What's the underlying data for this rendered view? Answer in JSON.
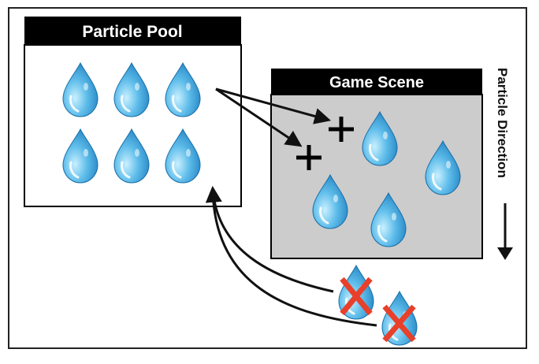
{
  "pool": {
    "title": "Particle Pool"
  },
  "scene": {
    "title": "Game Scene"
  },
  "direction": {
    "label": "Particle Direction"
  },
  "colors": {
    "frame": "#222222",
    "title_bar": "#000000",
    "scene_fill": "#cccccc",
    "drop_light": "#bfe9fb",
    "drop_mid": "#5ab8e8",
    "drop_dark": "#1e7fc0",
    "cross_red": "#e8402a",
    "arrow": "#111111"
  },
  "icons": {
    "drop": "water-drop-icon",
    "add": "plus-icon",
    "remove": "red-x-icon"
  }
}
